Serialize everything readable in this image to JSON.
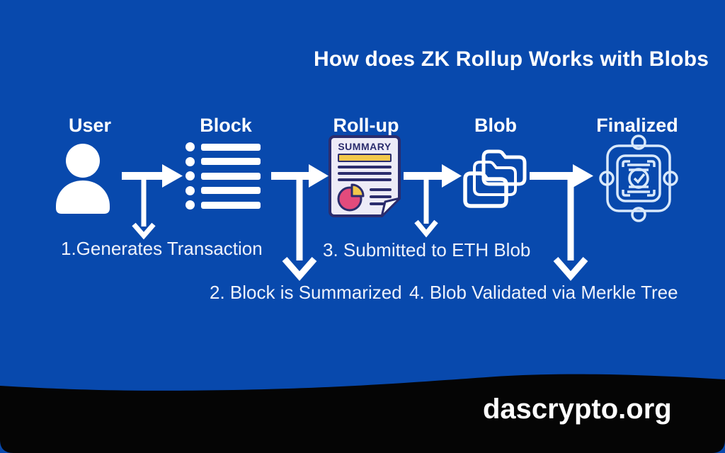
{
  "title": "How does ZK Rollup Works with Blobs",
  "stages": [
    {
      "label": "User",
      "icon": "user-icon"
    },
    {
      "label": "Block",
      "icon": "block-list-icon"
    },
    {
      "label": "Roll-up",
      "icon": "summary-document-icon"
    },
    {
      "label": "Blob",
      "icon": "blob-folders-icon"
    },
    {
      "label": "Finalized",
      "icon": "finalized-seal-icon"
    }
  ],
  "steps": [
    {
      "label": "1.Generates Transaction"
    },
    {
      "label": "2. Block is Summarized"
    },
    {
      "label": "3. Submitted to ETH Blob"
    },
    {
      "label": "4. Blob Validated via Merkle Tree"
    }
  ],
  "rollup_doc": {
    "title": "SUMMARY"
  },
  "footer": {
    "site": "dascrypto.org"
  },
  "colors": {
    "background": "#0849ad",
    "band": "#050505",
    "heading_text": "#ffffff",
    "step_text": "#eef2fb",
    "white": "#ffffff",
    "doc_border": "#2b2c6d",
    "doc_fill": "#edebf7",
    "doc_yellow": "#f2c84b",
    "doc_pink": "#e34b7c",
    "chip_stroke": "#d9e9fb"
  }
}
